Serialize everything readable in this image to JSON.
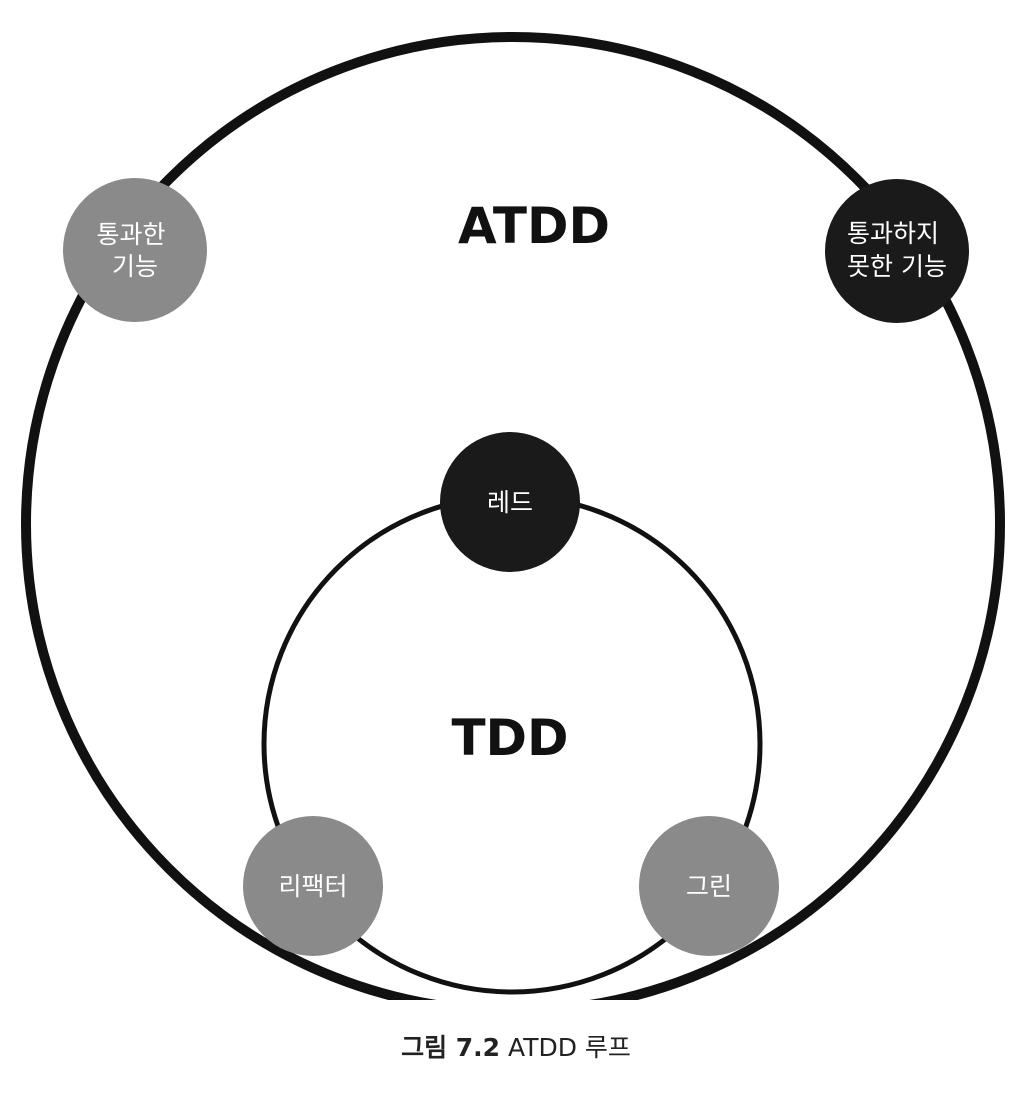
{
  "diagram": {
    "outer_label": "ATDD",
    "inner_label": "TDD",
    "nodes": {
      "passed": [
        "통과한",
        "기능"
      ],
      "failed": [
        "통과하지",
        "못한 기능"
      ],
      "red": "레드",
      "green": "그린",
      "refactor": "리팩터"
    }
  },
  "caption": {
    "figure_number": "그림 7.2",
    "title": "ATDD 루프"
  },
  "colors": {
    "outline": "#111111",
    "dark_node": "#1a1a1a",
    "gray_node": "#8a8a8a",
    "text_on_node": "#ffffff"
  }
}
